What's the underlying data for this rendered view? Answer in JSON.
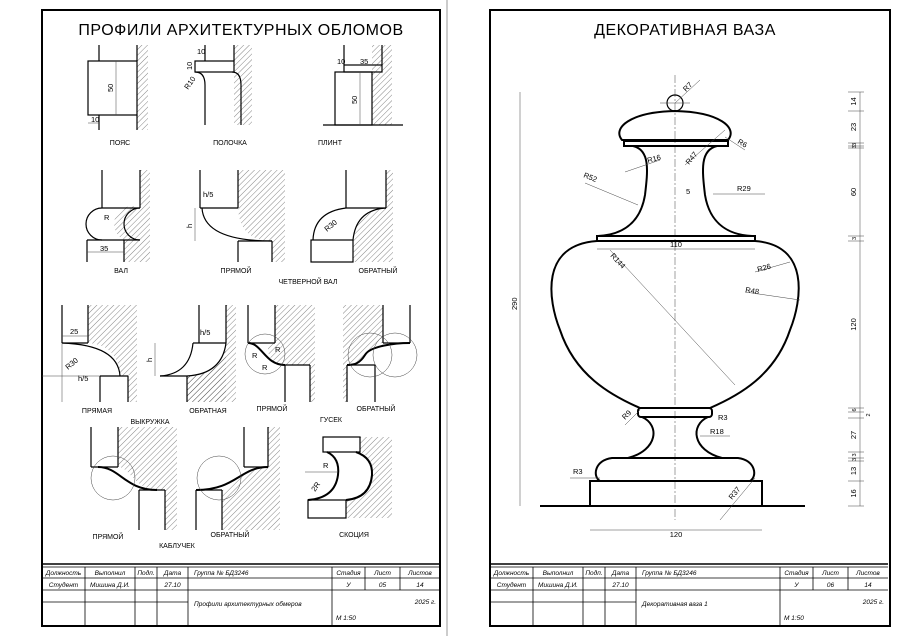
{
  "sheet1": {
    "title": "ПРОФИЛИ АРХИТЕКТУРНЫХ ОБЛОМОВ",
    "labels": {
      "poyas": "ПОЯС",
      "polochka": "ПОЛОЧКА",
      "plint": "ПЛИНТ",
      "val": "ВАЛ",
      "qv_direct": "ПРЯМОЙ",
      "qv_reverse": "ОБРАТНЫЙ",
      "quarter_val": "ЧЕТВЕРНОЙ ВАЛ",
      "vk_direct": "ПРЯМАЯ",
      "vk_reverse": "ОБРАТНАЯ",
      "vykruzhka": "ВЫКРУЖКА",
      "gs_direct": "ПРЯМОЙ",
      "gs_reverse": "ОБРАТНЫЙ",
      "gusek": "ГУСЕК",
      "kb_direct": "ПРЯМОЙ",
      "kb_reverse": "ОБРАТНЫЙ",
      "kabluchek": "КАБЛУЧЕК",
      "skotsiya": "СКОЦИЯ"
    },
    "dims": {
      "poyas_h": "50",
      "poyas_w": "10",
      "pol_w": "10",
      "pol_h": "10",
      "pol_r": "R10",
      "pl_a": "10",
      "pl_b": "35",
      "pl_h": "50",
      "val_r": "R",
      "val_w": "35",
      "qv_h5": "h/5",
      "qv_h": "h",
      "qv_r": "R30",
      "vk_25": "25",
      "vk_r": "R30",
      "vk_h5": "h/5",
      "vk2_h5": "h/5",
      "vk2_h": "h",
      "gs_r1": "R",
      "gs_r2": "R",
      "gs_r3": "R",
      "sk_r": "R",
      "sk_2r": "2R"
    },
    "title_block": {
      "headers": [
        "Должность",
        "Выполнил",
        "Подп.",
        "Дата"
      ],
      "row": [
        "Студент",
        "Мишина Д.И.",
        "",
        "27.10"
      ],
      "group": "Группа № БД3246",
      "stage_headers": [
        "Стадия",
        "Лист",
        "Листов"
      ],
      "stage_values": [
        "У",
        "05",
        "14"
      ],
      "name": "Профили архитектурных обмеров",
      "year": "2025 г.",
      "scale": "М 1:50"
    }
  },
  "sheet2": {
    "title": "ДЕКОРАТИВНАЯ ВАЗА",
    "dims": {
      "r7": "R7",
      "r6": "R6",
      "r16": "R16",
      "r47": "R47",
      "r52": "R52",
      "d5": "5",
      "r29": "R29",
      "w110": "110",
      "r144": "R144",
      "r26": "R26",
      "r48": "R48",
      "r9": "R9",
      "r3a": "R3",
      "r18": "R18",
      "r3b": "R3",
      "r37": "R37",
      "w120": "120",
      "h290": "290"
    },
    "chain": [
      "14",
      "23",
      "3",
      "3",
      "60",
      "3",
      "120",
      "6",
      "2",
      "27",
      "3",
      "3",
      "13",
      "16"
    ],
    "title_block": {
      "headers": [
        "Должность",
        "Выполнил",
        "Подп.",
        "Дата"
      ],
      "row": [
        "Студент",
        "Мишина Д.И.",
        "",
        "27.10"
      ],
      "group": "Группа № БД3246",
      "stage_headers": [
        "Стадия",
        "Лист",
        "Листов"
      ],
      "stage_values": [
        "У",
        "06",
        "14"
      ],
      "name": "Декоративная ваза 1",
      "year": "2025 г.",
      "scale": "М 1:50"
    }
  }
}
